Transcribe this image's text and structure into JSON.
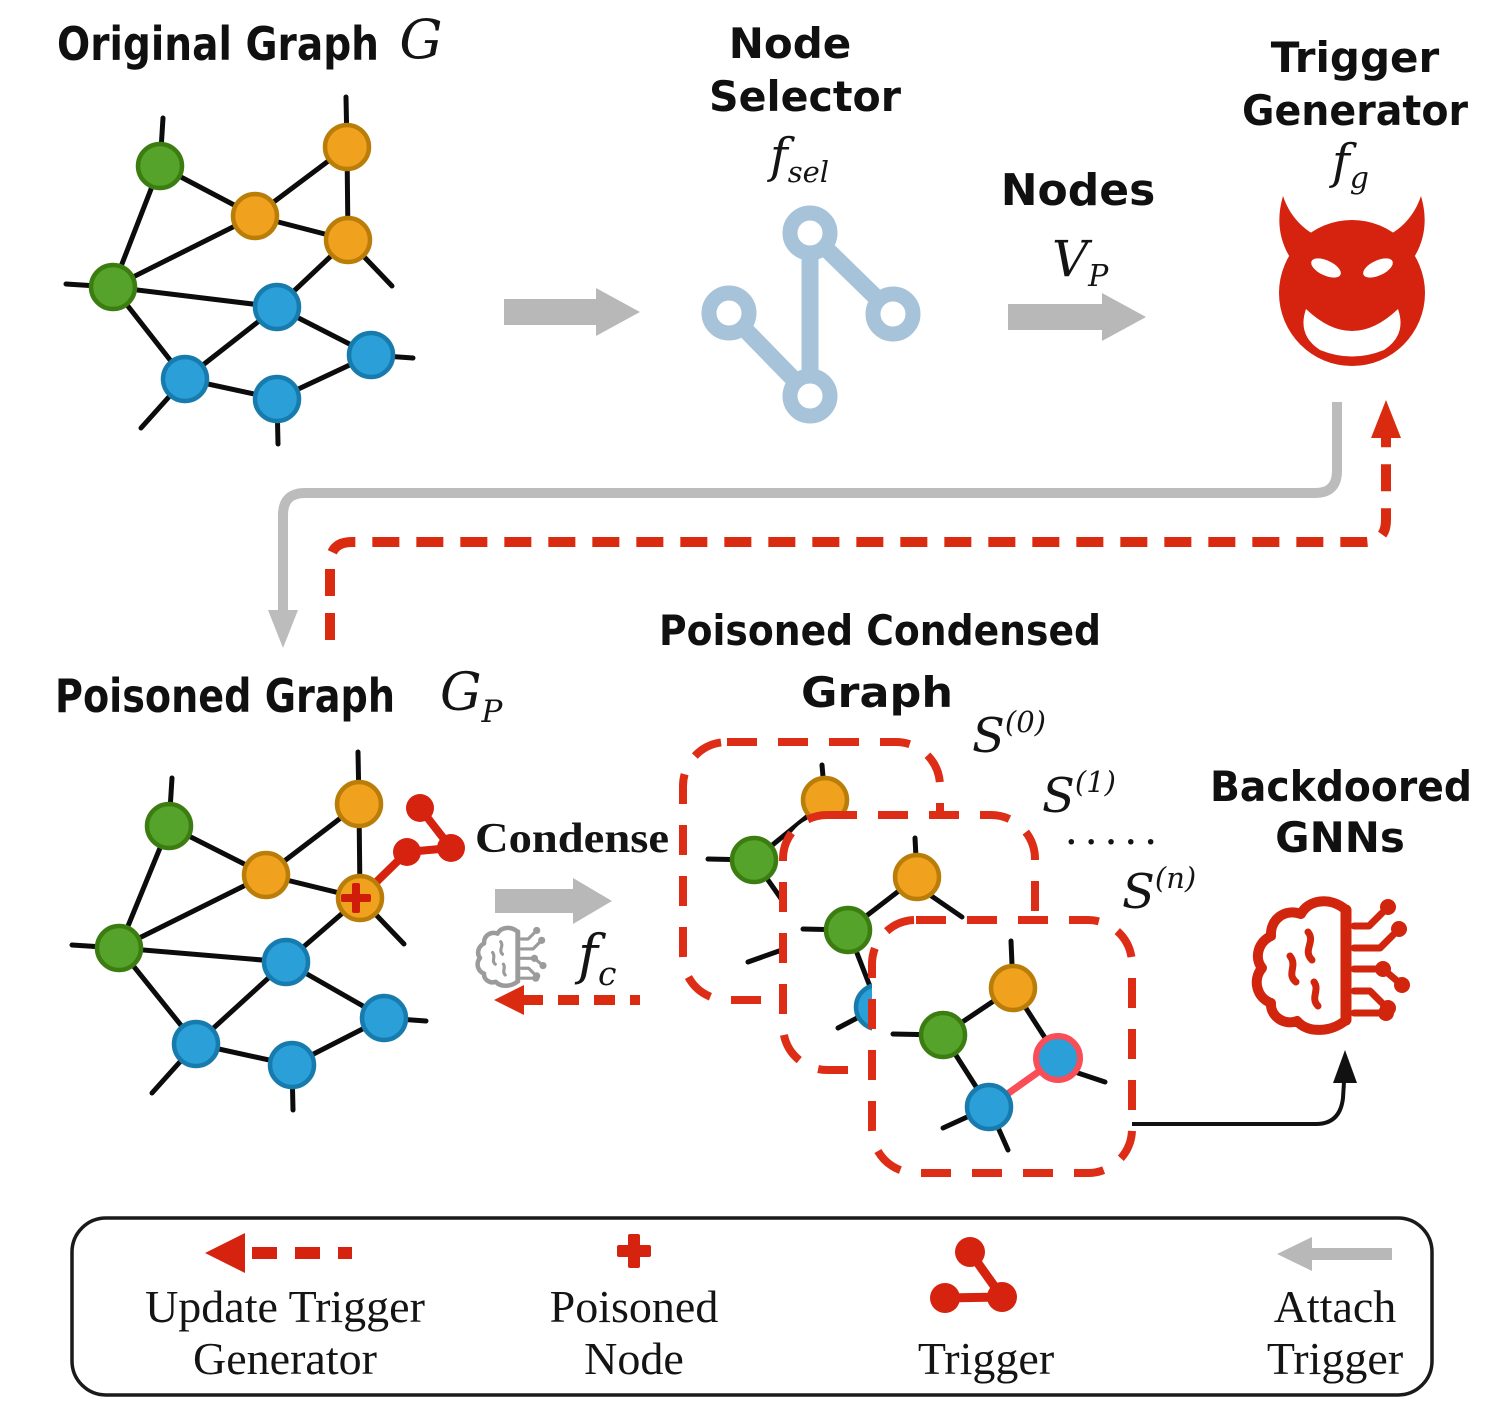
{
  "colors": {
    "red": "#d6230f",
    "green_fill": "#55a32a",
    "green_stroke": "#3c7d12",
    "orange_fill": "#f0a11e",
    "orange_stroke": "#b97d08",
    "blue_fill": "#2b9fd8",
    "blue_stroke": "#177bad",
    "selector_blue": "#a7c3d9",
    "arrow_gray": "#b8b8b8",
    "poisoned_outline_pink": "#f94d57"
  },
  "original_graph": {
    "title": "Original Graph",
    "symbol": "G"
  },
  "node_selector": {
    "title_line1": "Node",
    "title_line2": "Selector",
    "fn_base": "f",
    "fn_sub": "sel"
  },
  "nodes_flow": {
    "label": "Nodes",
    "set_base": "V",
    "set_sub": "P"
  },
  "trigger_generator": {
    "title_line1": "Trigger",
    "title_line2": "Generator",
    "fn_base": "f",
    "fn_sub": "g"
  },
  "poisoned_graph": {
    "title": "Poisoned Graph",
    "symbol_base": "G",
    "symbol_sub": "P"
  },
  "condense": {
    "label": "Condense",
    "fn_base": "f",
    "fn_sub": "c"
  },
  "condensed_graph": {
    "title_line1": "Poisoned Condensed",
    "title_line2": "Graph",
    "s0": {
      "base": "S",
      "sup": "(0)"
    },
    "s1": {
      "base": "S",
      "sup": "(1)"
    },
    "sn": {
      "base": "S",
      "sup": "(n)"
    },
    "ellipsis": "· · · · ·"
  },
  "backdoored": {
    "title_line1": "Backdoored",
    "title_line2": "GNNs"
  },
  "legend": {
    "items": [
      {
        "line1": "Update Trigger",
        "line2": "Generator"
      },
      {
        "line1": "Poisoned",
        "line2": "Node"
      },
      {
        "line1": "Trigger",
        "line2": ""
      },
      {
        "line1": "Attach",
        "line2": "Trigger"
      }
    ]
  }
}
